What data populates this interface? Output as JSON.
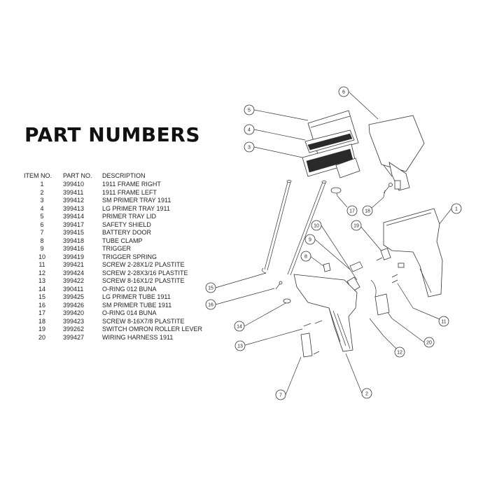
{
  "title": "PART NUMBERS",
  "table": {
    "headers": [
      "ITEM NO.",
      "PART NO.",
      "DESCRIPTION"
    ],
    "rows": [
      [
        "1",
        "399410",
        "1911 FRAME RIGHT"
      ],
      [
        "2",
        "399411",
        "1911 FRAME LEFT"
      ],
      [
        "3",
        "399412",
        "SM PRIMER TRAY 1911"
      ],
      [
        "4",
        "399413",
        "LG PRIMER TRAY 1911"
      ],
      [
        "5",
        "399414",
        "PRIMER TRAY LID"
      ],
      [
        "6",
        "399417",
        "SAFETY SHIELD"
      ],
      [
        "7",
        "399415",
        "BATTERY DOOR"
      ],
      [
        "8",
        "399418",
        "TUBE CLAMP"
      ],
      [
        "9",
        "399416",
        "TRIGGER"
      ],
      [
        "10",
        "399419",
        "TRIGGER SPRING"
      ],
      [
        "11",
        "399421",
        "SCREW 2-28X1/2 PLASTITE"
      ],
      [
        "12",
        "399424",
        "SCREW 2-28X3/16 PLASTITE"
      ],
      [
        "13",
        "399422",
        "SCREW 8-16X1/2 PLASTITE"
      ],
      [
        "14",
        "390411",
        "O-RING 012 BUNA"
      ],
      [
        "15",
        "399425",
        "LG PRIMER TUBE 1911"
      ],
      [
        "16",
        "399426",
        "SM PRIMER TUBE 1911"
      ],
      [
        "17",
        "399420",
        "O-RING 014 BUNA"
      ],
      [
        "18",
        "399423",
        "SCREW 8-16X7/8 PLASTITE"
      ],
      [
        "19",
        "399262",
        "SWITCH OMRON ROLLER LEVER"
      ],
      [
        "20",
        "399427",
        "WIRING HARNESS 1911"
      ]
    ]
  },
  "callouts": [
    "1",
    "2",
    "3",
    "4",
    "5",
    "6",
    "7",
    "8",
    "9",
    "10",
    "11",
    "12",
    "13",
    "14",
    "15",
    "16",
    "17",
    "18",
    "19",
    "20"
  ]
}
